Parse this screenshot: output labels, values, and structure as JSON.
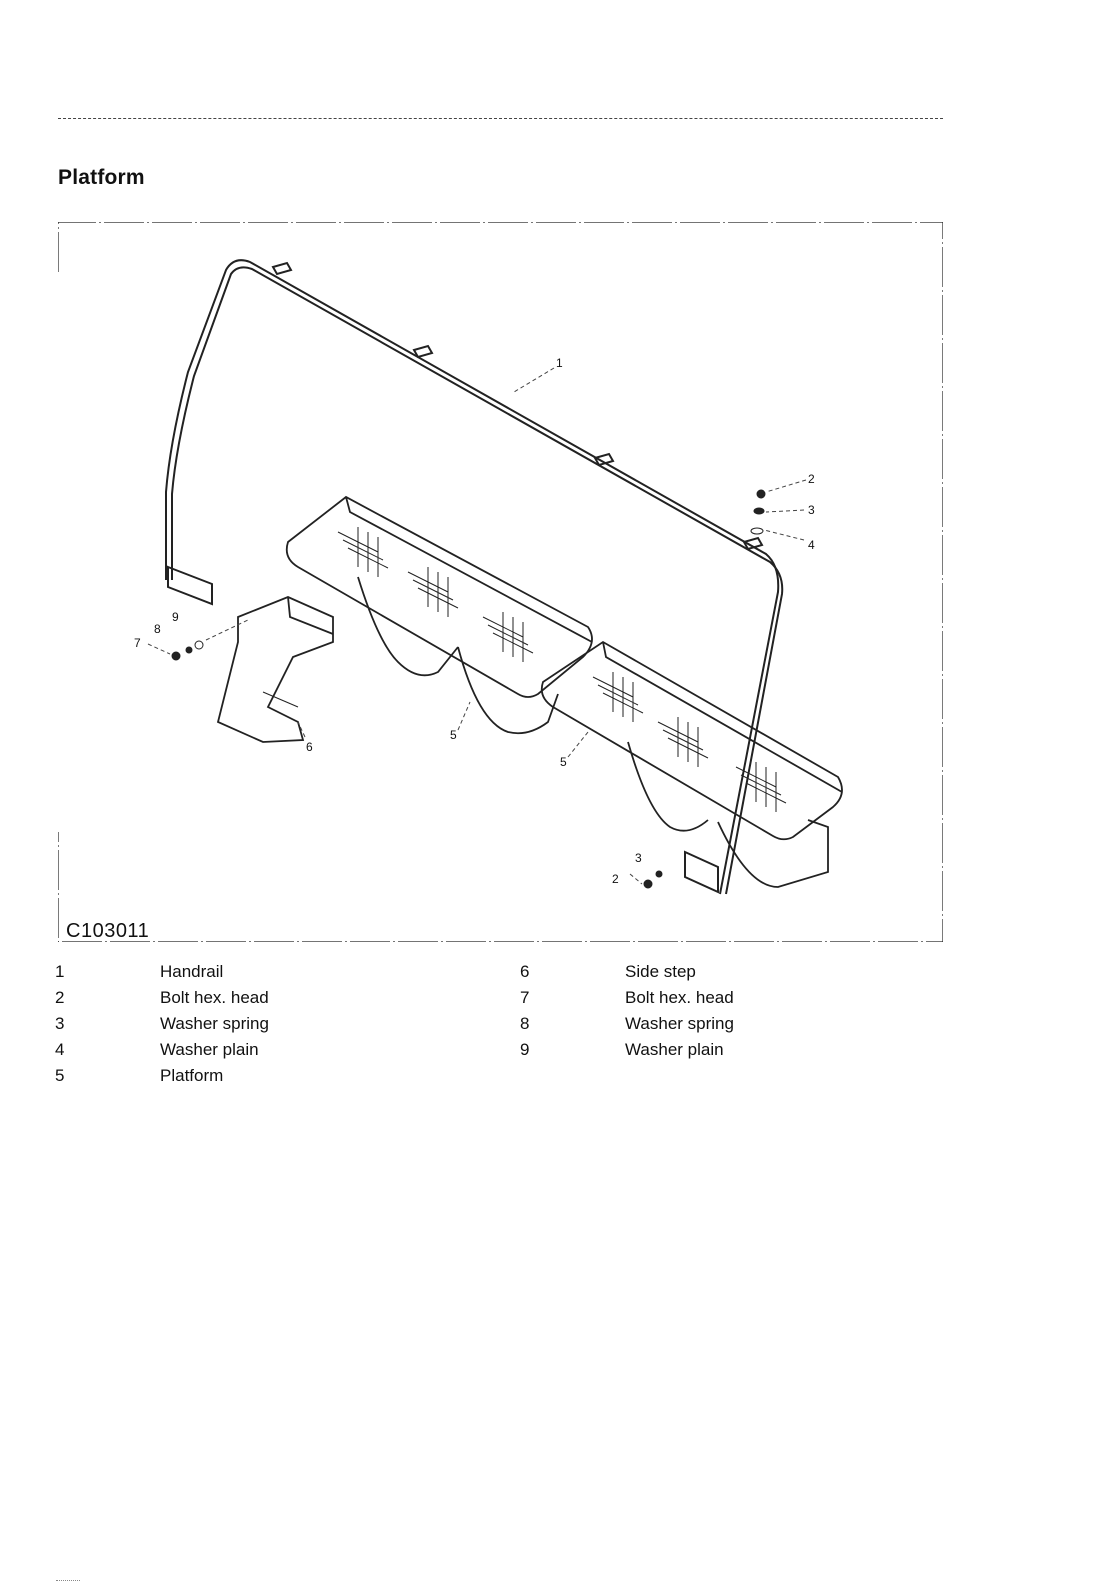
{
  "page": {
    "title": "Platform",
    "figure_code": "C103011"
  },
  "callouts": {
    "c1": "1",
    "c2a": "2",
    "c3a": "3",
    "c4": "4",
    "c5a": "5",
    "c5b": "5",
    "c6": "6",
    "c7": "7",
    "c8": "8",
    "c9": "9",
    "c3b": "3",
    "c2b": "2"
  },
  "parts_left": [
    {
      "num": "1",
      "desc": "Handrail"
    },
    {
      "num": "2",
      "desc": "Bolt hex. head"
    },
    {
      "num": "3",
      "desc": "Washer spring"
    },
    {
      "num": "4",
      "desc": "Washer plain"
    },
    {
      "num": "5",
      "desc": "Platform"
    }
  ],
  "parts_right": [
    {
      "num": "6",
      "desc": "Side step"
    },
    {
      "num": "7",
      "desc": "Bolt hex. head"
    },
    {
      "num": "8",
      "desc": "Washer spring"
    },
    {
      "num": "9",
      "desc": "Washer plain"
    }
  ]
}
